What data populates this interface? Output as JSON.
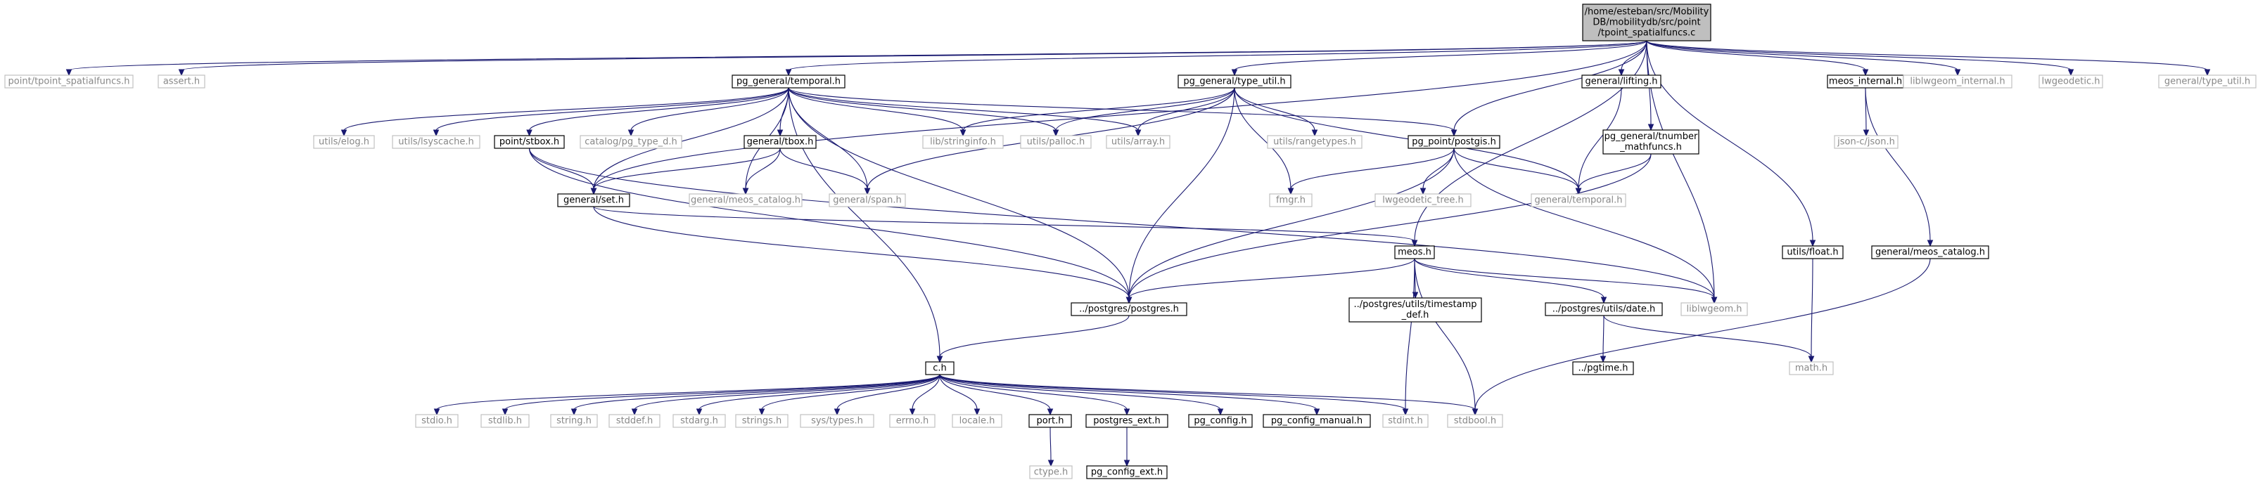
{
  "root": {
    "id": "root",
    "lines": [
      "/home/esteban/src/Mobility",
      "DB/mobilitydb/src/point",
      "/tpoint_spatialfuncs.c"
    ]
  },
  "nodes": [
    {
      "id": "n_tpoint_h",
      "lines": [
        "point/tpoint_spatialfuncs.h"
      ],
      "linked": false
    },
    {
      "id": "n_assert",
      "lines": [
        "assert.h"
      ],
      "linked": false
    },
    {
      "id": "n_temporal",
      "lines": [
        "pg_general/temporal.h"
      ],
      "linked": true
    },
    {
      "id": "n_type_util",
      "lines": [
        "pg_general/type_util.h"
      ],
      "linked": true
    },
    {
      "id": "n_lifting",
      "lines": [
        "general/lifting.h"
      ],
      "linked": true
    },
    {
      "id": "n_meos_internal",
      "lines": [
        "meos_internal.h"
      ],
      "linked": true
    },
    {
      "id": "n_liblwgeom_internal",
      "lines": [
        "liblwgeom_internal.h"
      ],
      "linked": false
    },
    {
      "id": "n_lwgeodetic",
      "lines": [
        "lwgeodetic.h"
      ],
      "linked": false
    },
    {
      "id": "n_general_type_util",
      "lines": [
        "general/type_util.h"
      ],
      "linked": false
    },
    {
      "id": "n_elog",
      "lines": [
        "utils/elog.h"
      ],
      "linked": false
    },
    {
      "id": "n_lsyscache",
      "lines": [
        "utils/lsyscache.h"
      ],
      "linked": false
    },
    {
      "id": "n_stbox",
      "lines": [
        "point/stbox.h"
      ],
      "linked": true
    },
    {
      "id": "n_pg_type_d",
      "lines": [
        "catalog/pg_type_d.h"
      ],
      "linked": false
    },
    {
      "id": "n_tbox",
      "lines": [
        "general/tbox.h"
      ],
      "linked": true
    },
    {
      "id": "n_stringinfo",
      "lines": [
        "lib/stringinfo.h"
      ],
      "linked": false
    },
    {
      "id": "n_palloc",
      "lines": [
        "utils/palloc.h"
      ],
      "linked": false
    },
    {
      "id": "n_array",
      "lines": [
        "utils/array.h"
      ],
      "linked": false
    },
    {
      "id": "n_rangetypes",
      "lines": [
        "utils/rangetypes.h"
      ],
      "linked": false
    },
    {
      "id": "n_postgis",
      "lines": [
        "pg_point/postgis.h"
      ],
      "linked": true
    },
    {
      "id": "n_tnumber_math",
      "lines": [
        "pg_general/tnumber",
        "_mathfuncs.h"
      ],
      "linked": true
    },
    {
      "id": "n_json",
      "lines": [
        "json-c/json.h"
      ],
      "linked": false
    },
    {
      "id": "n_set",
      "lines": [
        "general/set.h"
      ],
      "linked": true
    },
    {
      "id": "n_meos_catalog_gray",
      "lines": [
        "general/meos_catalog.h"
      ],
      "linked": false
    },
    {
      "id": "n_span",
      "lines": [
        "general/span.h"
      ],
      "linked": false
    },
    {
      "id": "n_fmgr",
      "lines": [
        "fmgr.h"
      ],
      "linked": false
    },
    {
      "id": "n_lwgeodetic_tree",
      "lines": [
        "lwgeodetic_tree.h"
      ],
      "linked": false
    },
    {
      "id": "n_general_temporal",
      "lines": [
        "general/temporal.h"
      ],
      "linked": false
    },
    {
      "id": "n_utils_float",
      "lines": [
        "utils/float.h"
      ],
      "linked": true
    },
    {
      "id": "n_meos_catalog_black",
      "lines": [
        "general/meos_catalog.h"
      ],
      "linked": true
    },
    {
      "id": "n_meos_h",
      "lines": [
        "meos.h"
      ],
      "linked": true
    },
    {
      "id": "n_postgres",
      "lines": [
        "../postgres/postgres.h"
      ],
      "linked": true
    },
    {
      "id": "n_timestamp_def",
      "lines": [
        "../postgres/utils/timestamp",
        "_def.h"
      ],
      "linked": true
    },
    {
      "id": "n_date",
      "lines": [
        "../postgres/utils/date.h"
      ],
      "linked": true
    },
    {
      "id": "n_liblwgeom",
      "lines": [
        "liblwgeom.h"
      ],
      "linked": false
    },
    {
      "id": "n_pgtime",
      "lines": [
        "../pgtime.h"
      ],
      "linked": true
    },
    {
      "id": "n_math",
      "lines": [
        "math.h"
      ],
      "linked": false
    },
    {
      "id": "n_c",
      "lines": [
        "c.h"
      ],
      "linked": true
    },
    {
      "id": "n_stdio",
      "lines": [
        "stdio.h"
      ],
      "linked": false
    },
    {
      "id": "n_stdlib",
      "lines": [
        "stdlib.h"
      ],
      "linked": false
    },
    {
      "id": "n_string",
      "lines": [
        "string.h"
      ],
      "linked": false
    },
    {
      "id": "n_stddef",
      "lines": [
        "stddef.h"
      ],
      "linked": false
    },
    {
      "id": "n_stdarg",
      "lines": [
        "stdarg.h"
      ],
      "linked": false
    },
    {
      "id": "n_strings",
      "lines": [
        "strings.h"
      ],
      "linked": false
    },
    {
      "id": "n_sys_types",
      "lines": [
        "sys/types.h"
      ],
      "linked": false
    },
    {
      "id": "n_errno",
      "lines": [
        "errno.h"
      ],
      "linked": false
    },
    {
      "id": "n_locale",
      "lines": [
        "locale.h"
      ],
      "linked": false
    },
    {
      "id": "n_port",
      "lines": [
        "port.h"
      ],
      "linked": true
    },
    {
      "id": "n_postgres_ext",
      "lines": [
        "postgres_ext.h"
      ],
      "linked": true
    },
    {
      "id": "n_pg_config",
      "lines": [
        "pg_config.h"
      ],
      "linked": true
    },
    {
      "id": "n_pg_config_manual",
      "lines": [
        "pg_config_manual.h"
      ],
      "linked": true
    },
    {
      "id": "n_stdint",
      "lines": [
        "stdint.h"
      ],
      "linked": false
    },
    {
      "id": "n_stdbool",
      "lines": [
        "stdbool.h"
      ],
      "linked": false
    },
    {
      "id": "n_ctype",
      "lines": [
        "ctype.h"
      ],
      "linked": false
    },
    {
      "id": "n_pg_config_ext",
      "lines": [
        "pg_config_ext.h"
      ],
      "linked": true
    }
  ],
  "edges": [
    [
      "root",
      "n_tpoint_h"
    ],
    [
      "root",
      "n_assert"
    ],
    [
      "root",
      "n_temporal"
    ],
    [
      "root",
      "n_type_util"
    ],
    [
      "root",
      "n_lifting"
    ],
    [
      "root",
      "n_meos_internal"
    ],
    [
      "root",
      "n_liblwgeom_internal"
    ],
    [
      "root",
      "n_lwgeodetic"
    ],
    [
      "root",
      "n_general_type_util"
    ],
    [
      "root",
      "n_postgis"
    ],
    [
      "root",
      "n_tnumber_math"
    ],
    [
      "root",
      "n_set"
    ],
    [
      "root",
      "n_meos_h"
    ],
    [
      "root",
      "n_liblwgeom"
    ],
    [
      "root",
      "n_utils_float"
    ],
    [
      "n_temporal",
      "n_elog"
    ],
    [
      "n_temporal",
      "n_lsyscache"
    ],
    [
      "n_temporal",
      "n_stbox"
    ],
    [
      "n_temporal",
      "n_pg_type_d"
    ],
    [
      "n_temporal",
      "n_tbox"
    ],
    [
      "n_temporal",
      "n_stringinfo"
    ],
    [
      "n_temporal",
      "n_palloc"
    ],
    [
      "n_temporal",
      "n_array"
    ],
    [
      "n_temporal",
      "n_postgis"
    ],
    [
      "n_temporal",
      "n_set"
    ],
    [
      "n_temporal",
      "n_meos_catalog_gray"
    ],
    [
      "n_temporal",
      "n_span"
    ],
    [
      "n_temporal",
      "n_postgres"
    ],
    [
      "n_temporal",
      "n_c"
    ],
    [
      "n_type_util",
      "n_stringinfo"
    ],
    [
      "n_type_util",
      "n_palloc"
    ],
    [
      "n_type_util",
      "n_array"
    ],
    [
      "n_type_util",
      "n_rangetypes"
    ],
    [
      "n_type_util",
      "n_fmgr"
    ],
    [
      "n_type_util",
      "n_general_temporal"
    ],
    [
      "n_type_util",
      "n_span"
    ],
    [
      "n_type_util",
      "n_postgres"
    ],
    [
      "n_lifting",
      "n_general_temporal"
    ],
    [
      "n_meos_internal",
      "n_json"
    ],
    [
      "n_meos_internal",
      "n_meos_catalog_black"
    ],
    [
      "n_stbox",
      "n_set"
    ],
    [
      "n_stbox",
      "n_postgres"
    ],
    [
      "n_stbox",
      "n_liblwgeom"
    ],
    [
      "n_tbox",
      "n_set"
    ],
    [
      "n_tbox",
      "n_meos_catalog_gray"
    ],
    [
      "n_tbox",
      "n_span"
    ],
    [
      "n_postgis",
      "n_fmgr"
    ],
    [
      "n_postgis",
      "n_lwgeodetic_tree"
    ],
    [
      "n_postgis",
      "n_general_temporal"
    ],
    [
      "n_postgis",
      "n_postgres"
    ],
    [
      "n_postgis",
      "n_liblwgeom"
    ],
    [
      "n_tnumber_math",
      "n_general_temporal"
    ],
    [
      "n_tnumber_math",
      "n_postgres"
    ],
    [
      "n_set",
      "n_meos_h"
    ],
    [
      "n_set",
      "n_postgres"
    ],
    [
      "n_utils_float",
      "n_math"
    ],
    [
      "n_meos_catalog_black",
      "n_stdbool"
    ],
    [
      "n_meos_h",
      "n_postgres"
    ],
    [
      "n_meos_h",
      "n_timestamp_def"
    ],
    [
      "n_meos_h",
      "n_date"
    ],
    [
      "n_meos_h",
      "n_liblwgeom"
    ],
    [
      "n_meos_h",
      "n_stdint"
    ],
    [
      "n_meos_h",
      "n_stdbool"
    ],
    [
      "n_postgres",
      "n_c"
    ],
    [
      "n_date",
      "n_pgtime"
    ],
    [
      "n_date",
      "n_math"
    ],
    [
      "n_c",
      "n_stdio"
    ],
    [
      "n_c",
      "n_stdlib"
    ],
    [
      "n_c",
      "n_string"
    ],
    [
      "n_c",
      "n_stddef"
    ],
    [
      "n_c",
      "n_stdarg"
    ],
    [
      "n_c",
      "n_strings"
    ],
    [
      "n_c",
      "n_sys_types"
    ],
    [
      "n_c",
      "n_errno"
    ],
    [
      "n_c",
      "n_locale"
    ],
    [
      "n_c",
      "n_port"
    ],
    [
      "n_c",
      "n_postgres_ext"
    ],
    [
      "n_c",
      "n_pg_config"
    ],
    [
      "n_c",
      "n_pg_config_manual"
    ],
    [
      "n_c",
      "n_stdint"
    ],
    [
      "n_c",
      "n_stdbool"
    ],
    [
      "n_port",
      "n_ctype"
    ],
    [
      "n_postgres_ext",
      "n_pg_config_ext"
    ]
  ]
}
